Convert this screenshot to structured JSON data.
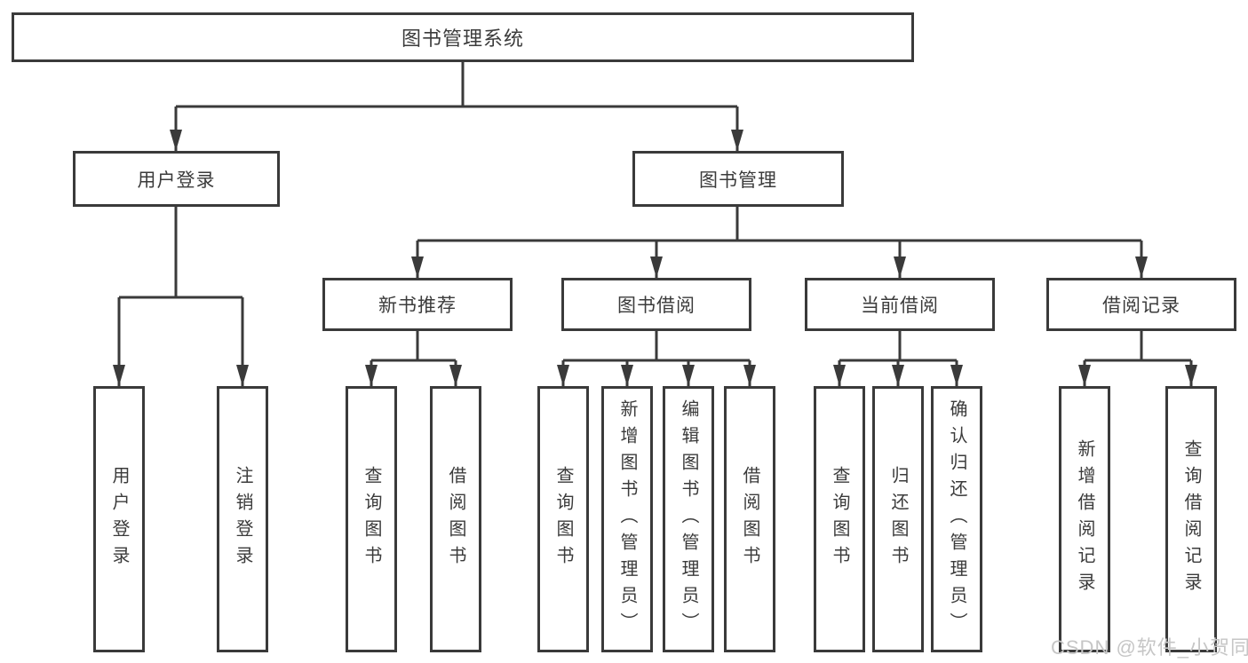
{
  "diagram": {
    "root": {
      "label": "图书管理系统"
    },
    "branches": {
      "user_login": {
        "label": "用户登录",
        "children": [
          {
            "label": "用户登录"
          },
          {
            "label": "注销登录"
          }
        ]
      },
      "book_mgmt": {
        "label": "图书管理",
        "children": [
          {
            "label": "新书推荐",
            "children": [
              {
                "label": "查询图书"
              },
              {
                "label": "借阅图书"
              }
            ]
          },
          {
            "label": "图书借阅",
            "children": [
              {
                "label": "查询图书"
              },
              {
                "label": "新增图书（管理员）"
              },
              {
                "label": "编辑图书（管理员）"
              },
              {
                "label": "借阅图书"
              }
            ]
          },
          {
            "label": "当前借阅",
            "children": [
              {
                "label": "查询图书"
              },
              {
                "label": "归还图书"
              },
              {
                "label": "确认归还（管理员）"
              }
            ]
          },
          {
            "label": "借阅记录",
            "children": [
              {
                "label": "新增借阅记录"
              },
              {
                "label": "查询借阅记录"
              }
            ]
          }
        ]
      }
    }
  },
  "colors": {
    "line": "#3a3a3a",
    "text": "#3b3b3b",
    "watermark": "#c6c6c6",
    "background": "#ffffff"
  },
  "watermark": {
    "text": "CSDN @软件_小贺同学"
  }
}
